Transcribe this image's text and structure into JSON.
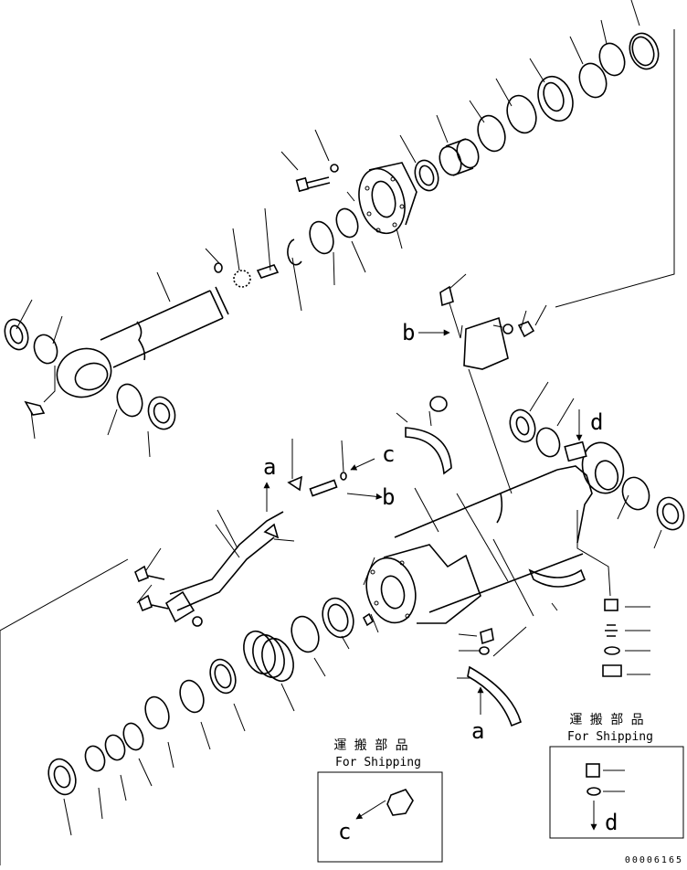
{
  "diagram": {
    "letters": {
      "a_upper": "a",
      "a_lower": "a",
      "b_upper": "b",
      "b_lower": "b",
      "c_main": "c",
      "c_inset": "c",
      "d_main": "d",
      "d_inset": "d"
    },
    "shipping_boxes": [
      {
        "jp": "運 搬 部 品",
        "en": "For Shipping"
      },
      {
        "jp": "運 搬 部 品",
        "en": "For Shipping"
      }
    ],
    "drawing_number": "00006165"
  }
}
